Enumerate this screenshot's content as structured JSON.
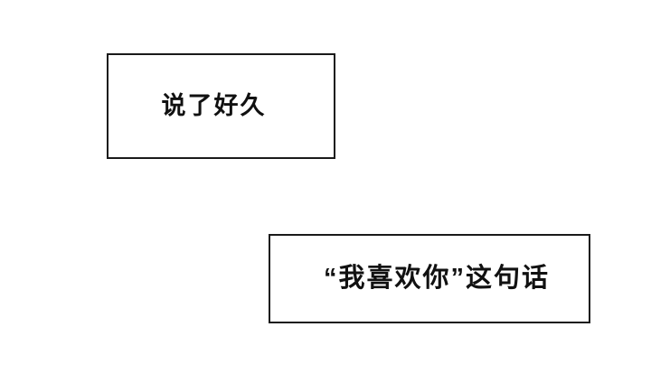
{
  "page": {
    "background_color": "#ffffff",
    "border_color": "#1a1a1a",
    "text_color": "#111111"
  },
  "panels": [
    {
      "id": "caption-1",
      "text": "说了好久"
    },
    {
      "id": "caption-2",
      "text": "“我喜欢你”这句话"
    }
  ]
}
